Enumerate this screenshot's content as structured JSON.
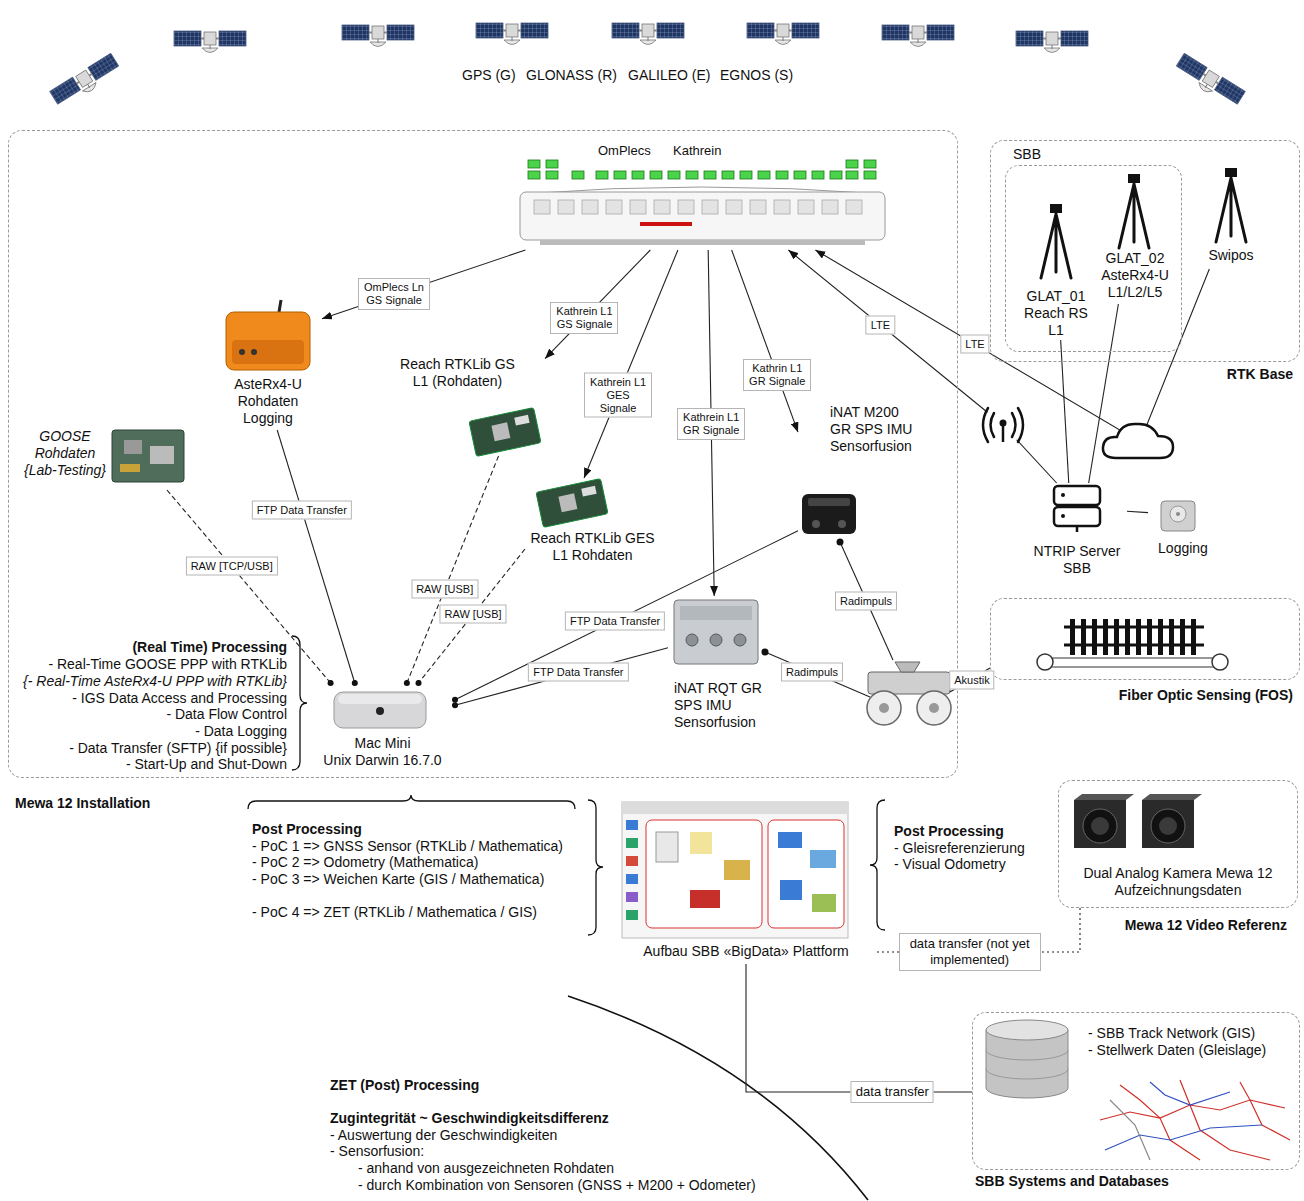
{
  "diagram": {
    "nodes": [
      {
        "text": [
          "Mewa 12 Installation"
        ]
      },
      {
        "text": [
          "OmPlecs",
          "Kathrein"
        ],
        "in": 0
      },
      {
        "text": [
          "AsteRx4-U Rohdaten Logging"
        ],
        "in": 0
      },
      {
        "text": [
          "Reach RTKLib GS L1 (Rohdaten)"
        ],
        "in": 0
      },
      {
        "text": [
          "iNAT M200 GR SPS IMU Sensorfusion"
        ],
        "in": 0
      },
      {
        "text": [
          "GOOSE Rohdaten {Lab-Testing}"
        ],
        "in": 0
      },
      {
        "text": [
          "Reach RTKLib GES L1 Rohdaten"
        ],
        "in": 0
      },
      {
        "text": [
          "iNAT RQT GR SPS IMU Sensorfusion"
        ],
        "in": 0
      },
      {
        "text": [
          "Mac Mini",
          "Unix Darwin 16.7.0"
        ],
        "in": 0
      },
      {
        "text": [
          "RTK Base"
        ]
      },
      {
        "text": [
          "SBB"
        ],
        "in": 9
      },
      {
        "text": [
          "GLAT_01 Reach RS L1"
        ],
        "in": 10
      },
      {
        "text": [
          "GLAT_02 AsteRx4-U L1/L2/L5"
        ],
        "in": 10
      },
      {
        "text": [
          "Swipos"
        ],
        "in": 9
      },
      {
        "text": [
          "NTRIP Server SBB"
        ]
      },
      {
        "text": [
          "Logging"
        ]
      },
      {
        "text": [
          "Fiber Optic Sensing (FOS)"
        ]
      },
      {
        "text": [
          "Aufbau SBB «BigData» Plattform"
        ]
      },
      {
        "text": [
          "Dual Analog Kamera Mewa 12 Aufzeichnungsdaten",
          "Mewa 12 Video Referenz"
        ]
      },
      {
        "text": [
          "- SBB Track Network (GIS)",
          "- Stellwerk Daten (Gleislage)",
          "SBB Systems and Databases"
        ]
      }
    ],
    "edges": [
      {
        "from": 1,
        "to": 2,
        "label": "OmPlecs Ln GS Signale",
        "arrow": "to"
      },
      {
        "from": 1,
        "to": 3,
        "label": "Kathrein L1 GS Signale",
        "arrow": "to"
      },
      {
        "from": 1,
        "to": 6,
        "label": "Kathrein L1 GES Signale",
        "arrow": "to"
      },
      {
        "from": 1,
        "to": 7,
        "label": "Kathrein L1 GR Signale",
        "arrow": "to"
      },
      {
        "from": 1,
        "to": 4,
        "label": "Kathrin L1 GR Signale",
        "arrow": "to"
      },
      {
        "from": 14,
        "to": 1,
        "label": "LTE",
        "arrow": "to"
      },
      {
        "from": 13,
        "to": 1,
        "label": "LTE",
        "arrow": "to"
      },
      {
        "from": 2,
        "to": 8,
        "label": "FTP Data Transfer",
        "arrow": "none"
      },
      {
        "from": 5,
        "to": 8,
        "label": "RAW [TCP/USB]",
        "arrow": "none"
      },
      {
        "from": 3,
        "to": 8,
        "label": "RAW [USB]",
        "arrow": "none"
      },
      {
        "from": 6,
        "to": 8,
        "label": "RAW [USB]",
        "arrow": "none"
      },
      {
        "from": 4,
        "to": 8,
        "label": "FTP Data Transfer",
        "arrow": "none"
      },
      {
        "from": 7,
        "to": 8,
        "label": "FTP Data Transfer",
        "arrow": "none"
      },
      {
        "from": 11,
        "to": 14,
        "arrow": "none"
      },
      {
        "from": 12,
        "to": 14,
        "arrow": "none"
      },
      {
        "from": 14,
        "to": 15,
        "arrow": "none"
      },
      {
        "from": 17,
        "to": 18,
        "label": "data transfer (not yet implemented)",
        "arrow": "none"
      },
      {
        "from": 17,
        "to": 19,
        "label": "data transfer",
        "arrow": "none"
      }
    ],
    "labels": [
      "GPS (G)",
      "GLONASS (R)",
      "GALILEO (E)",
      "EGNOS (S)",
      "(Real Time) Processing",
      "- Real-Time GOOSE PPP with RTKLib",
      "{- Real-Time AsteRx4-U PPP with RTKLib}",
      "- IGS Data Access and Processing",
      "- Data Flow Control",
      "- Data Logging",
      "- Data Transfer (SFTP) {if possible}",
      "- Start-Up and Shut-Down",
      "Radimpuls",
      "Radimpuls",
      "Akustik",
      "Post Processing",
      "- PoC 1 => GNSS Sensor (RTKLib / Mathematica)",
      "- PoC 2 => Odometry (Mathematica)",
      "- PoC 3 => Weichen Karte (GIS / Mathematica)",
      "- PoC 4 => ZET (RTKLib / Mathematica / GIS)",
      "Post Processing",
      "- Gleisreferenzierung",
      "- Visual Odometry",
      "ZET (Post) Processing",
      "Zugintegrität ~ Geschwindigkeitsdifferenz",
      "- Auswertung der Geschwindigkeiten",
      "- Sensorfusion:",
      "- anhand von ausgezeichneten Rohdaten",
      "- durch Kombination von Sensoren (GNSS + M200 + Odometer)"
    ]
  }
}
